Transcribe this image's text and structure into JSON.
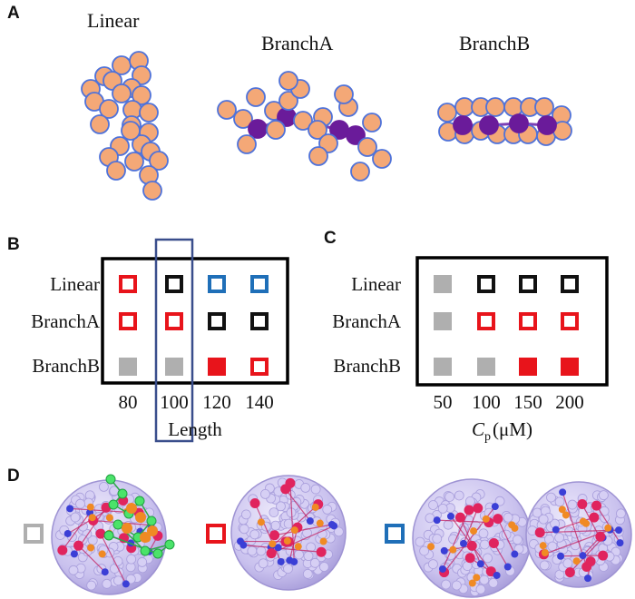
{
  "panels": {
    "A": {
      "letter": "A",
      "titles": [
        "Linear",
        "BranchA",
        "BranchB"
      ],
      "colors": {
        "bead": "#F4A877",
        "bead_stroke": "#4F72D9",
        "branch": "#6A1B9A",
        "bond": "#7B3FB5"
      }
    },
    "B": {
      "letter": "B",
      "rows": [
        "Linear",
        "BranchA",
        "BranchB"
      ],
      "columns": [
        "80",
        "100",
        "120",
        "140"
      ],
      "xlabel": "Length",
      "cells": [
        [
          "red",
          "black",
          "blue",
          "blue"
        ],
        [
          "red",
          "red",
          "black",
          "black"
        ],
        [
          "gray",
          "gray",
          "red-filled",
          "red"
        ]
      ],
      "highlight_column": "100"
    },
    "C": {
      "letter": "C",
      "rows": [
        "Linear",
        "BranchA",
        "BranchB"
      ],
      "columns": [
        "50",
        "100",
        "150",
        "200"
      ],
      "xlabel_symbol": "C",
      "xlabel_subscript": "p",
      "xlabel_unit": "(μM)",
      "cells": [
        [
          "gray",
          "black",
          "black",
          "black"
        ],
        [
          "gray",
          "red",
          "red",
          "red"
        ],
        [
          "gray",
          "gray",
          "red-filled",
          "red-filled"
        ]
      ]
    },
    "D": {
      "letter": "D",
      "legend": [
        "gray",
        "red",
        "blue"
      ],
      "shell_colors": {
        "body": "#C9C1EE",
        "pentamer": "#E0245E",
        "hexamer": "#3B3FD6",
        "polymer": "#F08A24",
        "free": "#4BE36A"
      }
    }
  },
  "symbol_colors": {
    "gray": "#AFAFAF",
    "red": "#E8141B",
    "black": "#111111",
    "blue": "#1F6FB8",
    "frame": "#000000",
    "highlight": "#3A4E8C"
  }
}
